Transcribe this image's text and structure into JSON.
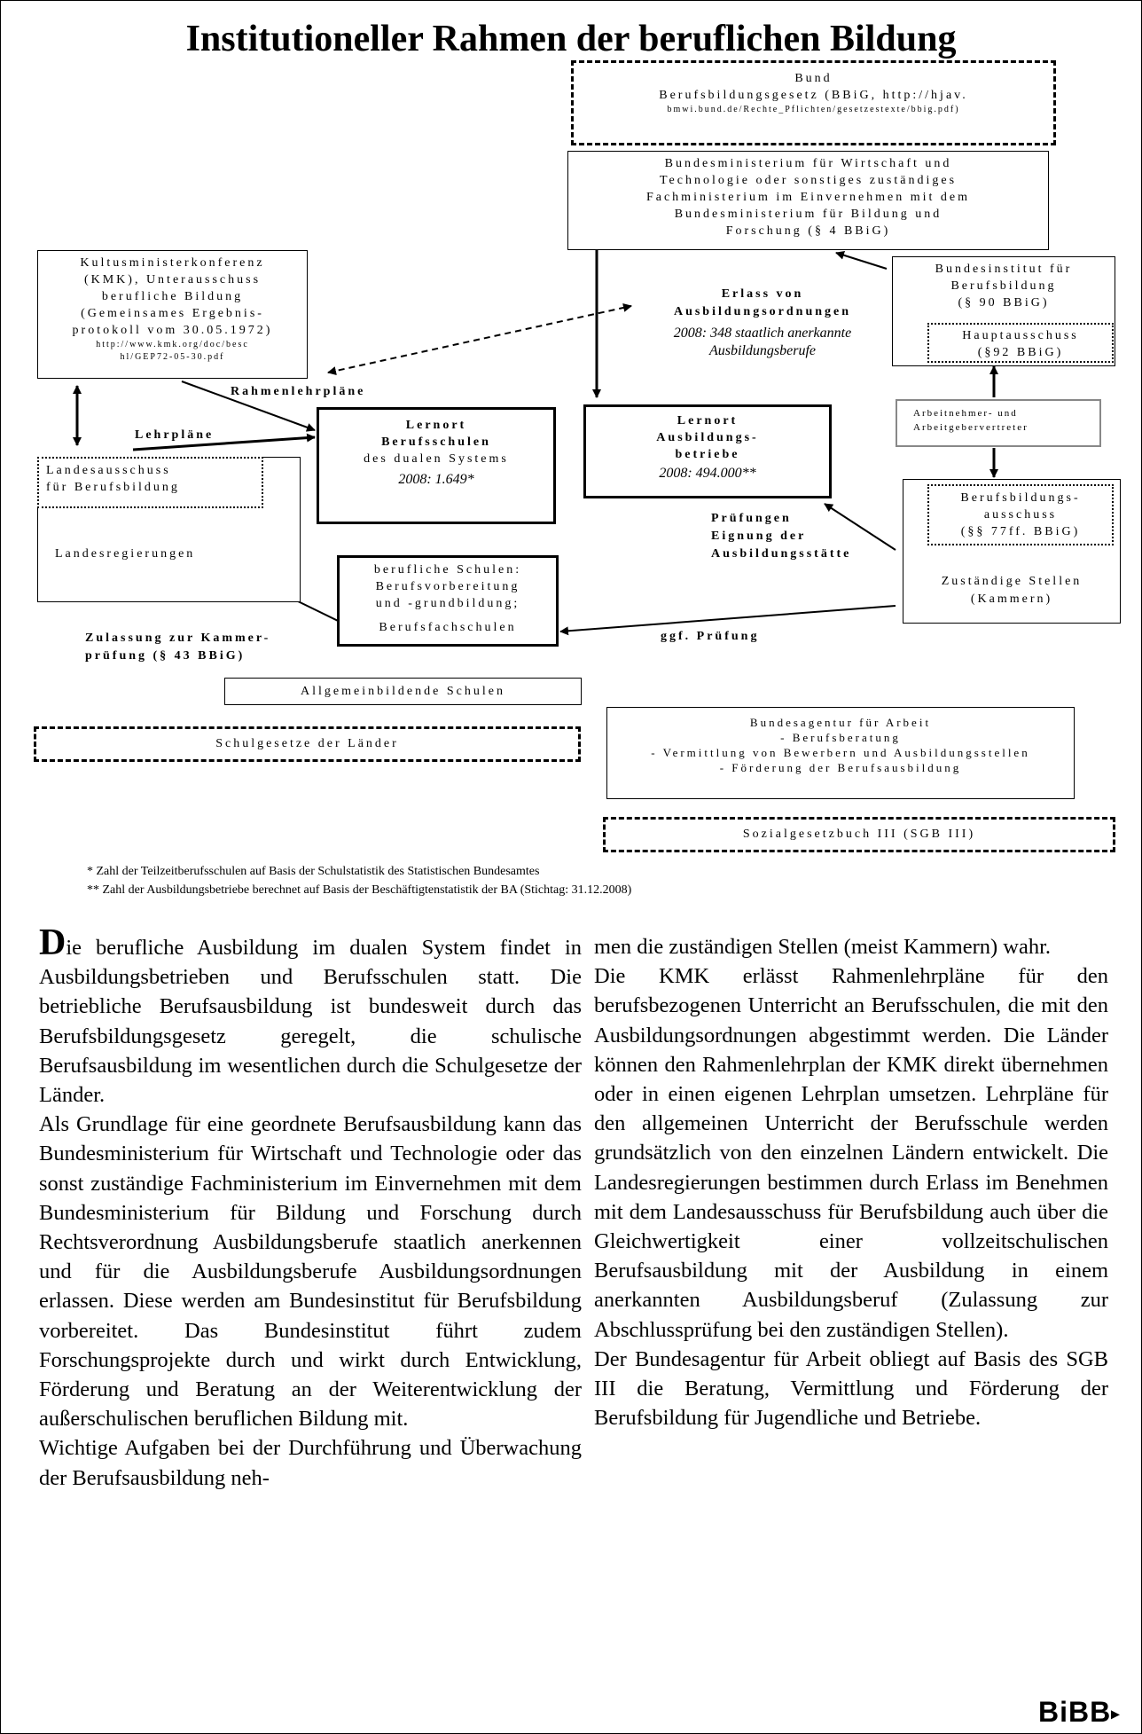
{
  "title": "Institutioneller Rahmen der beruflichen Bildung",
  "diagram": {
    "bund": {
      "lines": [
        "Bund",
        "Berufsbildungsgesetz (BBiG, http://hjav.",
        "bmwi.bund.de/Rechte_Pflichten/gesetzestexte/bbig.pdf)"
      ]
    },
    "ministerium": {
      "lines": [
        "Bundesministerium für Wirtschaft und",
        "Technologie oder sonstiges zuständiges",
        "Fachministerium im Einvernehmen mit dem",
        "Bundesministerium für Bildung und",
        "Forschung (§ 4 BBiG)"
      ]
    },
    "kmk": {
      "lines": [
        "Kultusministerkonferenz",
        "(KMK), Unterausschuss",
        "berufliche Bildung",
        "(Gemeinsames Ergebnis-",
        "protokoll vom 30.05.1972)",
        "http://www.kmk.org/doc/besc",
        "hl/GEP72-05-30.pdf"
      ]
    },
    "bibb": {
      "lines": [
        "Bundesinstitut für",
        "Berufsbildung",
        "(§ 90 BBiG)"
      ]
    },
    "hauptausschuss": {
      "lines": [
        "Hauptausschuss",
        "(§92 BBiG)"
      ]
    },
    "erlass": {
      "lines": [
        "Erlass von",
        "Ausbildungsordnungen"
      ],
      "note_lines": [
        "2008: 348 staatlich anerkannte",
        "Ausbildungsberufe"
      ]
    },
    "rahmenlehrplaene": "Rahmenlehrpläne",
    "lehrplaene": "Lehrpläne",
    "arbeitnehmer": {
      "lines": [
        "Arbeitnehmer- und",
        "Arbeitgebervertreter"
      ]
    },
    "lernort_berufsschulen": {
      "lines": [
        "Lernort",
        "Berufsschulen",
        "des dualen Systems"
      ],
      "note": "2008: 1.649*"
    },
    "lernort_betriebe": {
      "lines": [
        "Lernort",
        "Ausbildungs-",
        "betriebe"
      ],
      "note": "2008:  494.000**"
    },
    "landesausschuss": {
      "lines": [
        "Landesausschuss",
        "für Berufsbildung"
      ]
    },
    "landesregierungen": "Landesregierungen",
    "pruefungen": {
      "lines": [
        "Prüfungen",
        "Eignung der",
        "Ausbildungsstätte"
      ]
    },
    "berufsbildungsausschuss": {
      "lines": [
        "Berufsbildungs-",
        "ausschuss",
        "(§§ 77ff. BBiG)"
      ]
    },
    "zustaendige_stellen": {
      "lines": [
        "Zuständige Stellen",
        "(Kammern)"
      ]
    },
    "berufliche_schulen": {
      "lines": [
        "berufliche Schulen:",
        "Berufsvorbereitung",
        "und -grundbildung;"
      ],
      "last": "Berufsfachschulen"
    },
    "zulassung": {
      "lines": [
        "Zulassung zur Kammer-",
        "prüfung (§ 43 BBiG)"
      ]
    },
    "ggf_pruefung": "ggf. Prüfung",
    "allgemeinbildende": "Allgemeinbildende Schulen",
    "schulgesetze": "Schulgesetze der Länder",
    "bundesagentur": {
      "lines": [
        "Bundesagentur für Arbeit",
        "- Berufsberatung",
        "- Vermittlung von Bewerbern und Ausbildungsstellen",
        "- Förderung der Berufsausbildung"
      ]
    },
    "sgb": "Sozialgesetzbuch III (SGB III)"
  },
  "footnotes": [
    "*  Zahl der Teilzeitberufsschulen auf Basis der Schulstatistik des Statistischen Bundesamtes",
    "** Zahl der Ausbildungsbetriebe berechnet auf Basis der Beschäftigtenstatistik der BA (Stichtag: 31.12.2008)"
  ],
  "body": {
    "dropcap": "D",
    "left": [
      "ie berufliche Ausbildung im dualen System findet in Ausbildungsbetrieben und Berufsschulen statt. Die betriebliche Berufsausbildung ist bundesweit durch das Berufsbildungsgesetz geregelt, die schulische Berufsausbildung im wesentlichen durch die Schulgesetze der Länder.",
      "Als Grundlage für eine geordnete Berufsausbildung kann das Bundesministerium für Wirtschaft und Technologie oder das sonst zuständige Fachministerium im Einvernehmen mit dem Bundesministerium für Bildung und Forschung durch Rechtsverordnung Ausbildungsberufe staatlich anerkennen und für die Ausbildungsberufe Ausbildungsordnungen erlassen. Diese werden am Bundesinstitut für Berufsbildung vorbereitet. Das Bundesinstitut führt zudem Forschungsprojekte durch und wirkt durch Entwicklung, Förderung und Beratung an der Weiterentwicklung der außerschulischen beruflichen Bildung mit.",
      "Wichtige Aufgaben bei der Durchführung und Überwachung der Berufsausbildung neh-"
    ],
    "right": [
      "men die zuständigen Stellen (meist Kammern) wahr.",
      "Die KMK erlässt Rahmenlehrpläne für den berufsbezogenen Unterricht an Berufsschulen, die mit den Ausbildungsordnungen abgestimmt werden. Die Länder können den Rahmenlehrplan der KMK direkt übernehmen oder in einen eigenen Lehrplan umsetzen. Lehrpläne für den allgemeinen Unterricht der Berufsschule werden grundsätzlich von den einzelnen Ländern entwickelt. Die Landesregierungen bestimmen durch Erlass im Benehmen mit dem Landesausschuss für Berufsbildung auch über die Gleichwertigkeit einer vollzeitschulischen Berufsausbildung mit der Ausbildung in einem anerkannten Ausbildungsberuf (Zulassung zur Abschlussprüfung bei den zuständigen Stellen).",
      "Der Bundesagentur für Arbeit obliegt auf Basis des SGB III die Beratung, Vermittlung und Förderung der Berufsbildung für Jugendliche und Betriebe."
    ]
  },
  "logo": "BiBB"
}
